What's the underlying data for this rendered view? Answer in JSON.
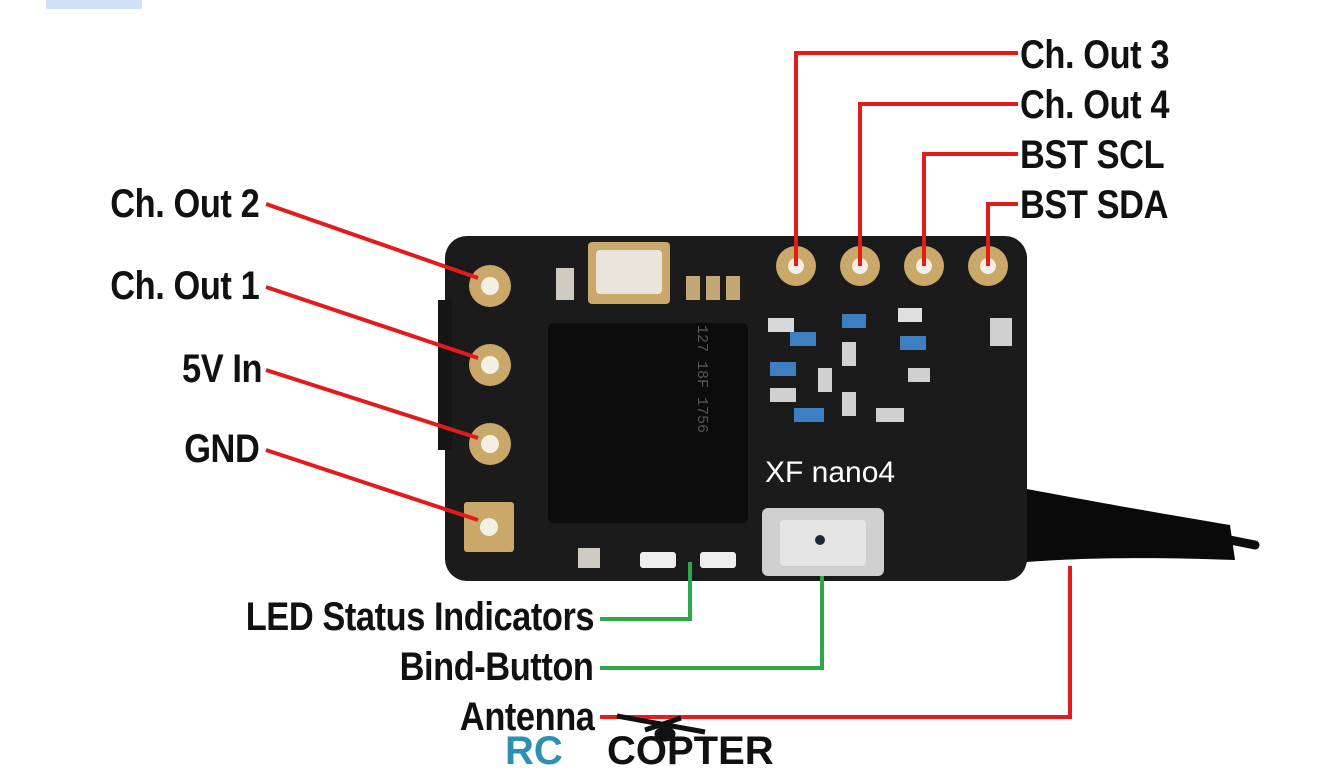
{
  "labels_left": [
    "Ch. Out 2",
    "Ch. Out 1",
    "5V In",
    "GND"
  ],
  "labels_right": [
    "Ch. Out 3",
    "Ch. Out 4",
    "BST SCL",
    "BST SDA"
  ],
  "labels_bottom": [
    "LED Status Indicators",
    "Bind-Button",
    "Antenna"
  ],
  "board_marking": "XF nano4",
  "chip_marking": "127 18F 1756",
  "watermark": {
    "part1": "RC",
    "part2": "COPTER"
  },
  "colors": {
    "pin_leader": "#e21b1b",
    "component_leader": "#2fa84a",
    "board": "#1b1b1b",
    "pad": "#c9a86a"
  }
}
